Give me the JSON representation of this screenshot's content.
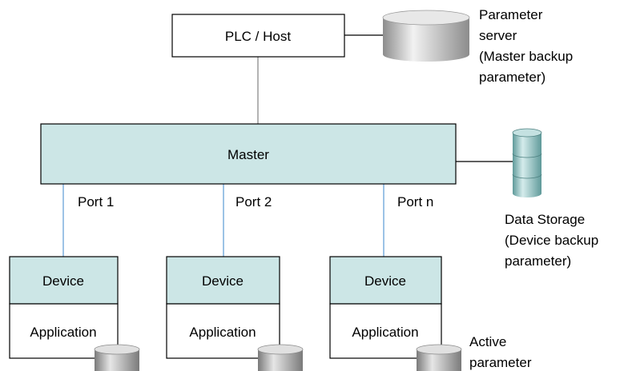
{
  "host": {
    "label": "PLC / Host"
  },
  "parameter_server": {
    "label_lines": [
      "Parameter",
      "server",
      "(Master backup",
      "parameter)"
    ]
  },
  "master": {
    "label": "Master"
  },
  "data_storage": {
    "label_lines": [
      "Data Storage",
      "(Device backup",
      "parameter)"
    ]
  },
  "ports": [
    {
      "label": "Port 1"
    },
    {
      "label": "Port 2"
    },
    {
      "label": "Port n"
    }
  ],
  "devices": [
    {
      "device_label": "Device",
      "application_label": "Application"
    },
    {
      "device_label": "Device",
      "application_label": "Application"
    },
    {
      "device_label": "Device",
      "application_label": "Application"
    }
  ],
  "active_parameter": {
    "label_lines": [
      "Active",
      "parameter"
    ]
  },
  "colors": {
    "box_fill": "#cce6e6",
    "box_stroke": "#000000",
    "port_line": "#5b9bd5",
    "connector": "#808080",
    "cylinder_light": "#f2f2f2",
    "cylinder_dark": "#8c8c8c"
  }
}
